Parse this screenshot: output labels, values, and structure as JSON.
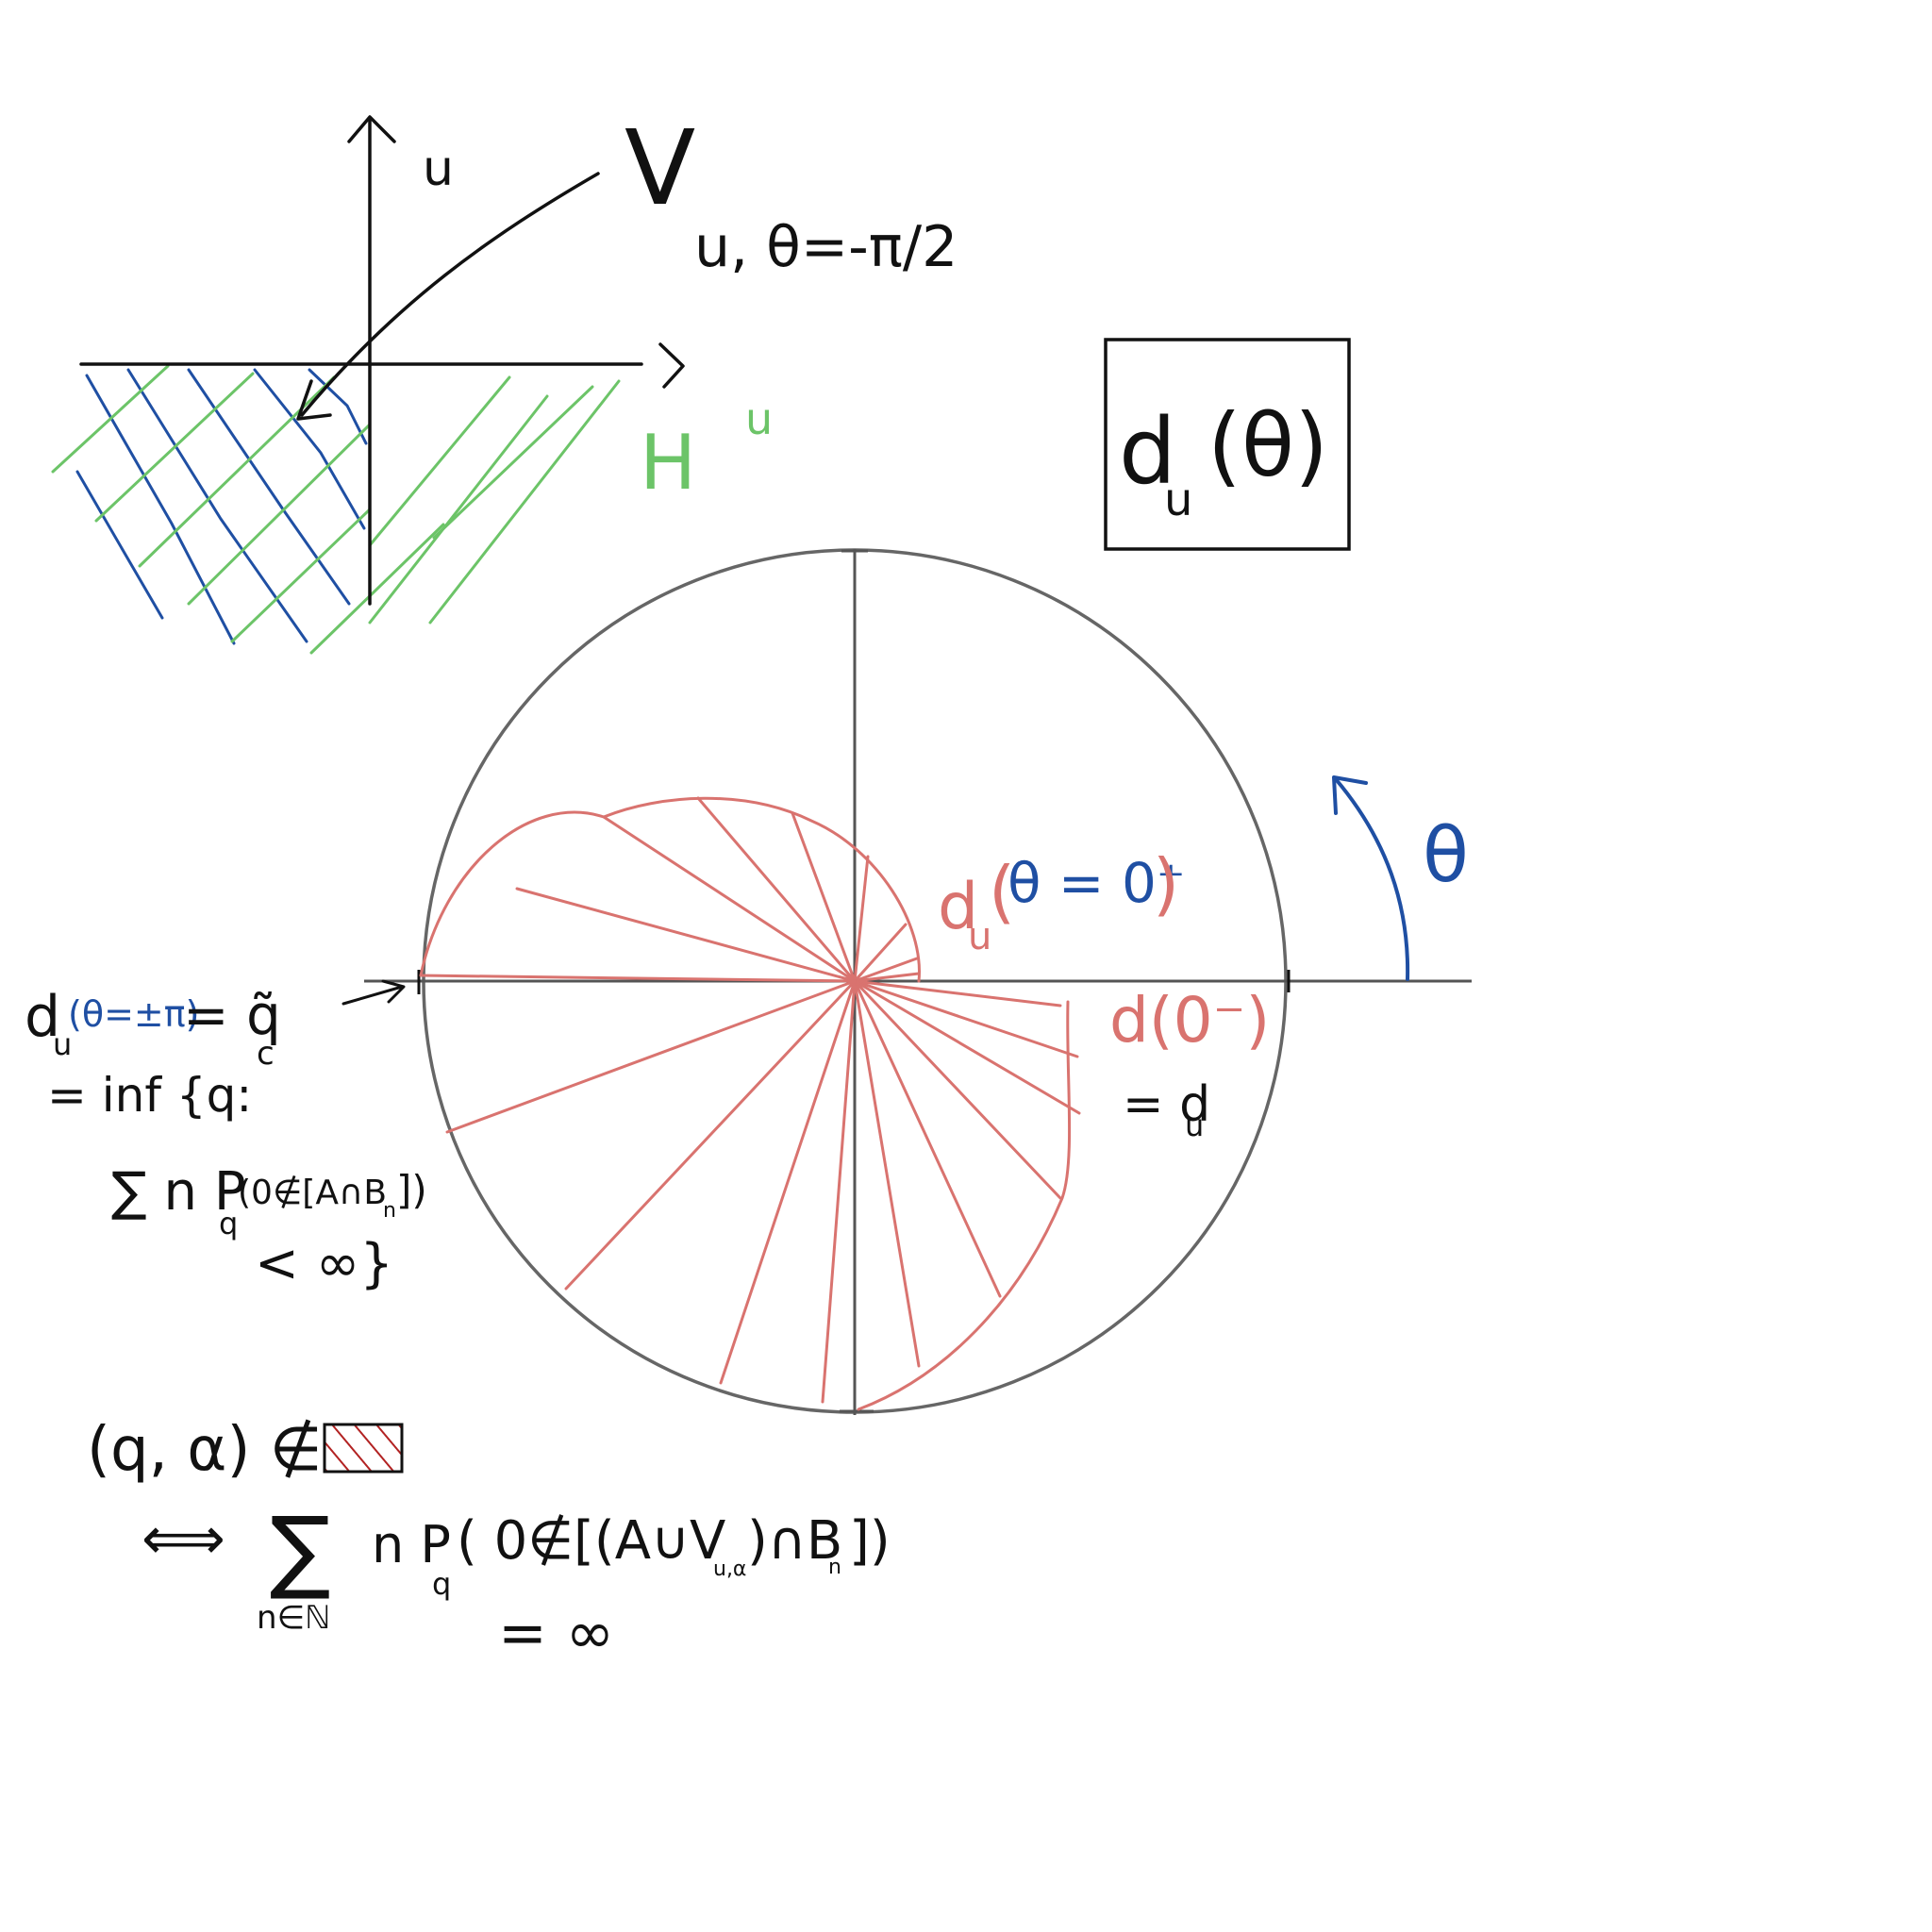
{
  "colors": {
    "ink": "#111111",
    "axis": "#555555",
    "circle": "#666666",
    "red": "#d9736f",
    "blue": "#1f4fa3",
    "green": "#6cc468",
    "box_fill": "#b22222"
  },
  "quadrant": {
    "axis_label_u": "u",
    "set_label": "V",
    "set_subscript": "u, θ=-π/2",
    "region_label": "H",
    "region_superscript": "u"
  },
  "boxed_label": {
    "main": "d",
    "sub": "u",
    "arg": "(θ)"
  },
  "angle_label": "θ",
  "labels": {
    "d_plus_prefix": "d",
    "d_plus_sub": "u",
    "d_plus_paren_open": "(",
    "d_plus_arg": "θ = 0⁺",
    "d_plus_paren_close": ")",
    "d_minus": "d(0⁻)",
    "d_minus_eq": "= d",
    "d_minus_eq_sub": "u"
  },
  "left_formula": {
    "line1_prefix": "d",
    "line1_sub": "u",
    "line1_arg": "(θ=±π)",
    "line1_eq": "= q̃",
    "line1_eq_sub": "c",
    "line2": "= inf {q:",
    "line3": "∑ n P",
    "line3_sub": "q",
    "line3_arg": "(0∉[A∩B",
    "line3_arg_sub": "n",
    "line3_end": "])",
    "line4": "< ∞}"
  },
  "bottom_formula": {
    "line1": "(q, α) ∉",
    "line2_arrow": "⟺",
    "line2_sum": "∑",
    "line2_sum_sub": "n∈ℕ",
    "line2_mid": "n P",
    "line2_mid_sub": "q",
    "line2_arg": "( 0∉[(A∪V",
    "line2_arg_sub": "u,α",
    "line2_end": ")∩B",
    "line2_end_sub": "n",
    "line2_close": "])",
    "line3": "= ∞"
  }
}
